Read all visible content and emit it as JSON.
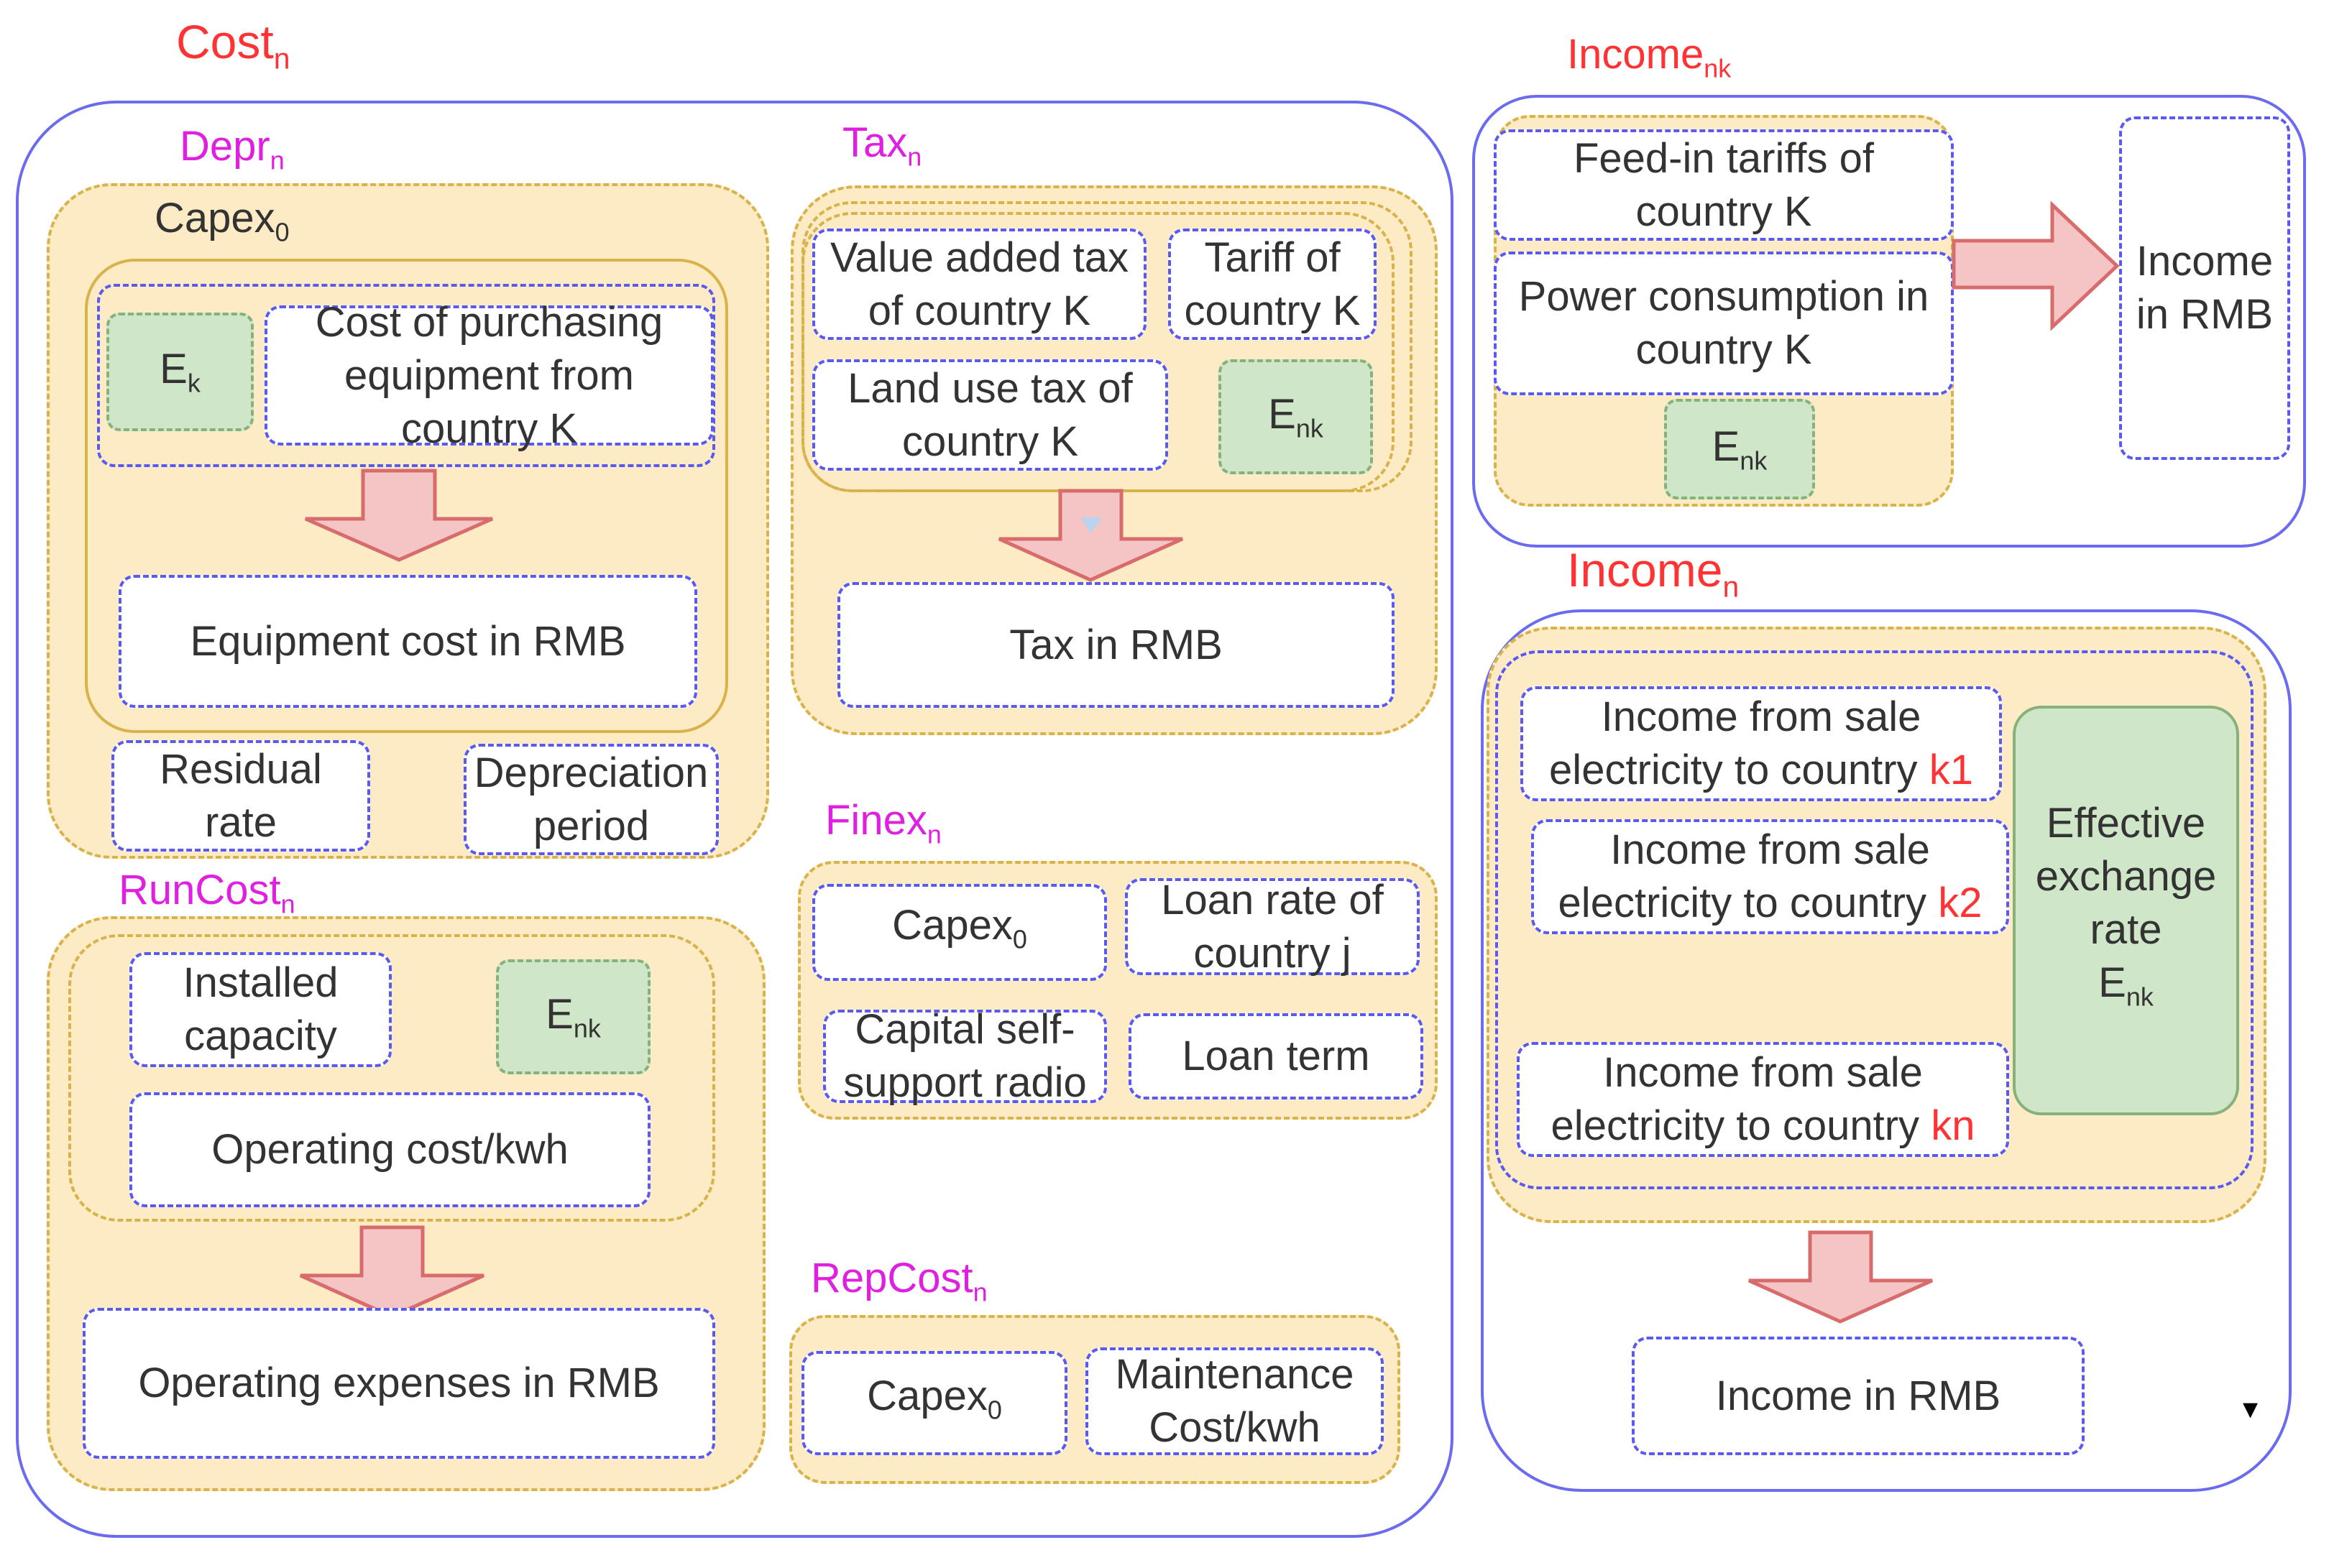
{
  "colors": {
    "outer_border": "#6b6bf0",
    "group_fill": "#fcebc4",
    "group_border": "#d8b24a",
    "inner_border": "#5a5af0",
    "exchange_fill": "#cfe6c8",
    "arrow_fill": "#f5c5c5",
    "arrow_stroke": "#d86b6b",
    "title_red": "#ff3333",
    "title_magenta": "#e020e0"
  },
  "cost": {
    "title": "Cost",
    "title_sub": "n",
    "depr": {
      "label": "Depr",
      "label_sub": "n",
      "capex": "Capex",
      "capex_sub": "0",
      "ek": "E",
      "ek_sub": "k",
      "purchase": "Cost of purchasing equipment from country K",
      "result": "Equipment cost in RMB",
      "residual": "Residual rate",
      "period": "Depreciation period"
    },
    "tax": {
      "label": "Tax",
      "label_sub": "n",
      "vat": "Value added tax of country K",
      "tariff": "Tariff of country K",
      "land": "Land use tax of country K",
      "enk": "E",
      "enk_sub": "nk",
      "result": "Tax in RMB"
    },
    "runcost": {
      "label": "RunCost",
      "label_sub": "n",
      "capacity": "Installed capacity",
      "enk": "E",
      "enk_sub": "nk",
      "opcost": "Operating cost/kwh",
      "result": "Operating expenses in RMB"
    },
    "finex": {
      "label": "Finex",
      "label_sub": "n",
      "capex": "Capex",
      "capex_sub": "0",
      "loan_rate": "Loan rate of country j",
      "self_support": "Capital self-support radio",
      "loan_term": "Loan term"
    },
    "repcost": {
      "label": "RepCost",
      "label_sub": "n",
      "capex": "Capex",
      "capex_sub": "0",
      "maintenance": "Maintenance Cost/kwh"
    }
  },
  "income_nk": {
    "title": "Income",
    "title_sub": "nk",
    "feedin": "Feed-in tariffs of country K",
    "power": "Power consumption in country K",
    "enk": "E",
    "enk_sub": "nk",
    "result": "Income in RMB"
  },
  "income_n": {
    "title": "Income",
    "title_sub": "n",
    "sales": [
      {
        "text": "Income from sale electricity to country ",
        "country": "k1"
      },
      {
        "text": "Income from sale electricity to country ",
        "country": "k2"
      },
      {
        "text": "Income from sale electricity to country ",
        "country": "kn"
      }
    ],
    "exchange": "Effective exchange rate",
    "exchange_e": "E",
    "exchange_sub": "nk",
    "result": "Income in RMB",
    "marker": "▾"
  }
}
